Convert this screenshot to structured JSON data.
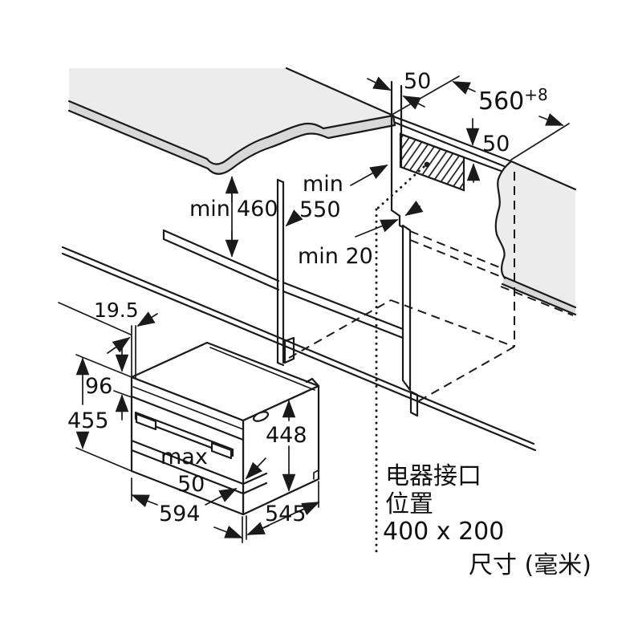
{
  "labels": {
    "gap_top": "50",
    "niche_width": "560",
    "niche_width_tolerance": "+8",
    "vent_depth": "50",
    "niche_height_prefix": "min",
    "niche_height": "460",
    "niche_depth_prefix": "min",
    "niche_depth": "550",
    "rear_gap": "min 20",
    "door_overhang": "19.5",
    "control_panel_height": "96",
    "appliance_height": "455",
    "body_height": "448",
    "bottom_gap_prefix": "max",
    "bottom_gap": "50",
    "appliance_width": "594",
    "body_depth": "545"
  },
  "electrical_note": {
    "line1": "电器接口",
    "line2": "位置",
    "line3": "400 x 200"
  },
  "units_note": "尺寸 (毫米)",
  "colors": {
    "line": "#1a1a1a",
    "surface": "#ececec",
    "edge": "#d8d8d8"
  }
}
